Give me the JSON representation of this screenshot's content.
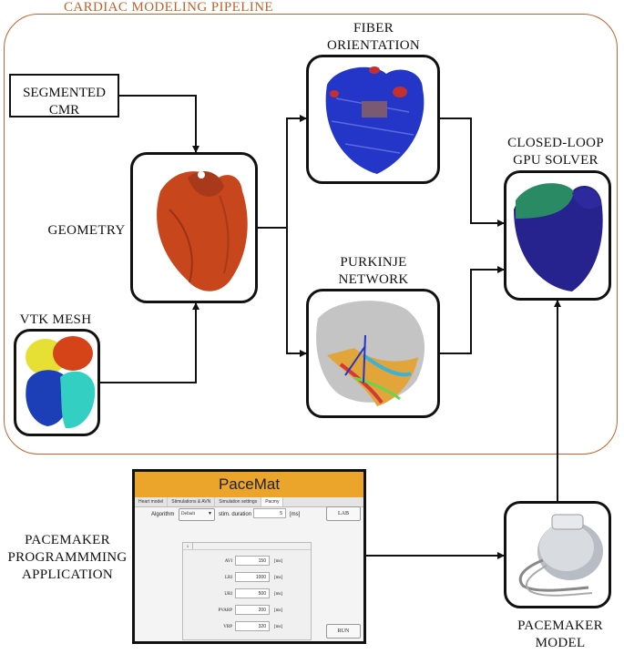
{
  "pipeline": {
    "title": "CARDIAC MODELING PIPELINE",
    "segmented": [
      "SEGMENTED",
      "CMR"
    ],
    "geometry": "GEOMETRY",
    "vtk_mesh": "VTK MESH",
    "fiber": [
      "FIBER",
      "ORIENTATION"
    ],
    "purkinje": [
      "PURKINJE",
      "NETWORK"
    ],
    "solver": [
      "CLOSED-LOOP",
      "GPU SOLVER"
    ]
  },
  "pacemaker": {
    "app_label": [
      "PACEMAKER",
      "PROGRAMMMING",
      "APPLICATION"
    ],
    "model_label": [
      "PACEMAKER",
      "MODEL"
    ]
  },
  "app": {
    "title": "PaceMat",
    "tabs": [
      "Heart model",
      "Stimulations & AVN",
      "Simulation settings",
      "Pacmy"
    ],
    "algorithm_label": "Algorithm",
    "algorithm_value": "Default",
    "stim_label": "stim. duration",
    "stim_value": "5",
    "stim_unit": "[ms]",
    "lab_button": "LAB",
    "run_button": "RUN",
    "panel_tab": "1",
    "params": [
      {
        "name": "AVI",
        "value": "150",
        "unit": "[ms]"
      },
      {
        "name": "LRI",
        "value": "1000",
        "unit": "[ms]"
      },
      {
        "name": "URI",
        "value": "500",
        "unit": "[ms]"
      },
      {
        "name": "PVARP",
        "value": "200",
        "unit": "[ms]"
      },
      {
        "name": "VRP",
        "value": "320",
        "unit": "[ms]"
      }
    ]
  },
  "colors": {
    "frame": "#c0622a",
    "app_header": "#eaa52a",
    "heart": "#c8461c",
    "fiber_blue": "#2436c8",
    "solver_blue": "#26238f",
    "solver_green": "#2a8a63"
  }
}
